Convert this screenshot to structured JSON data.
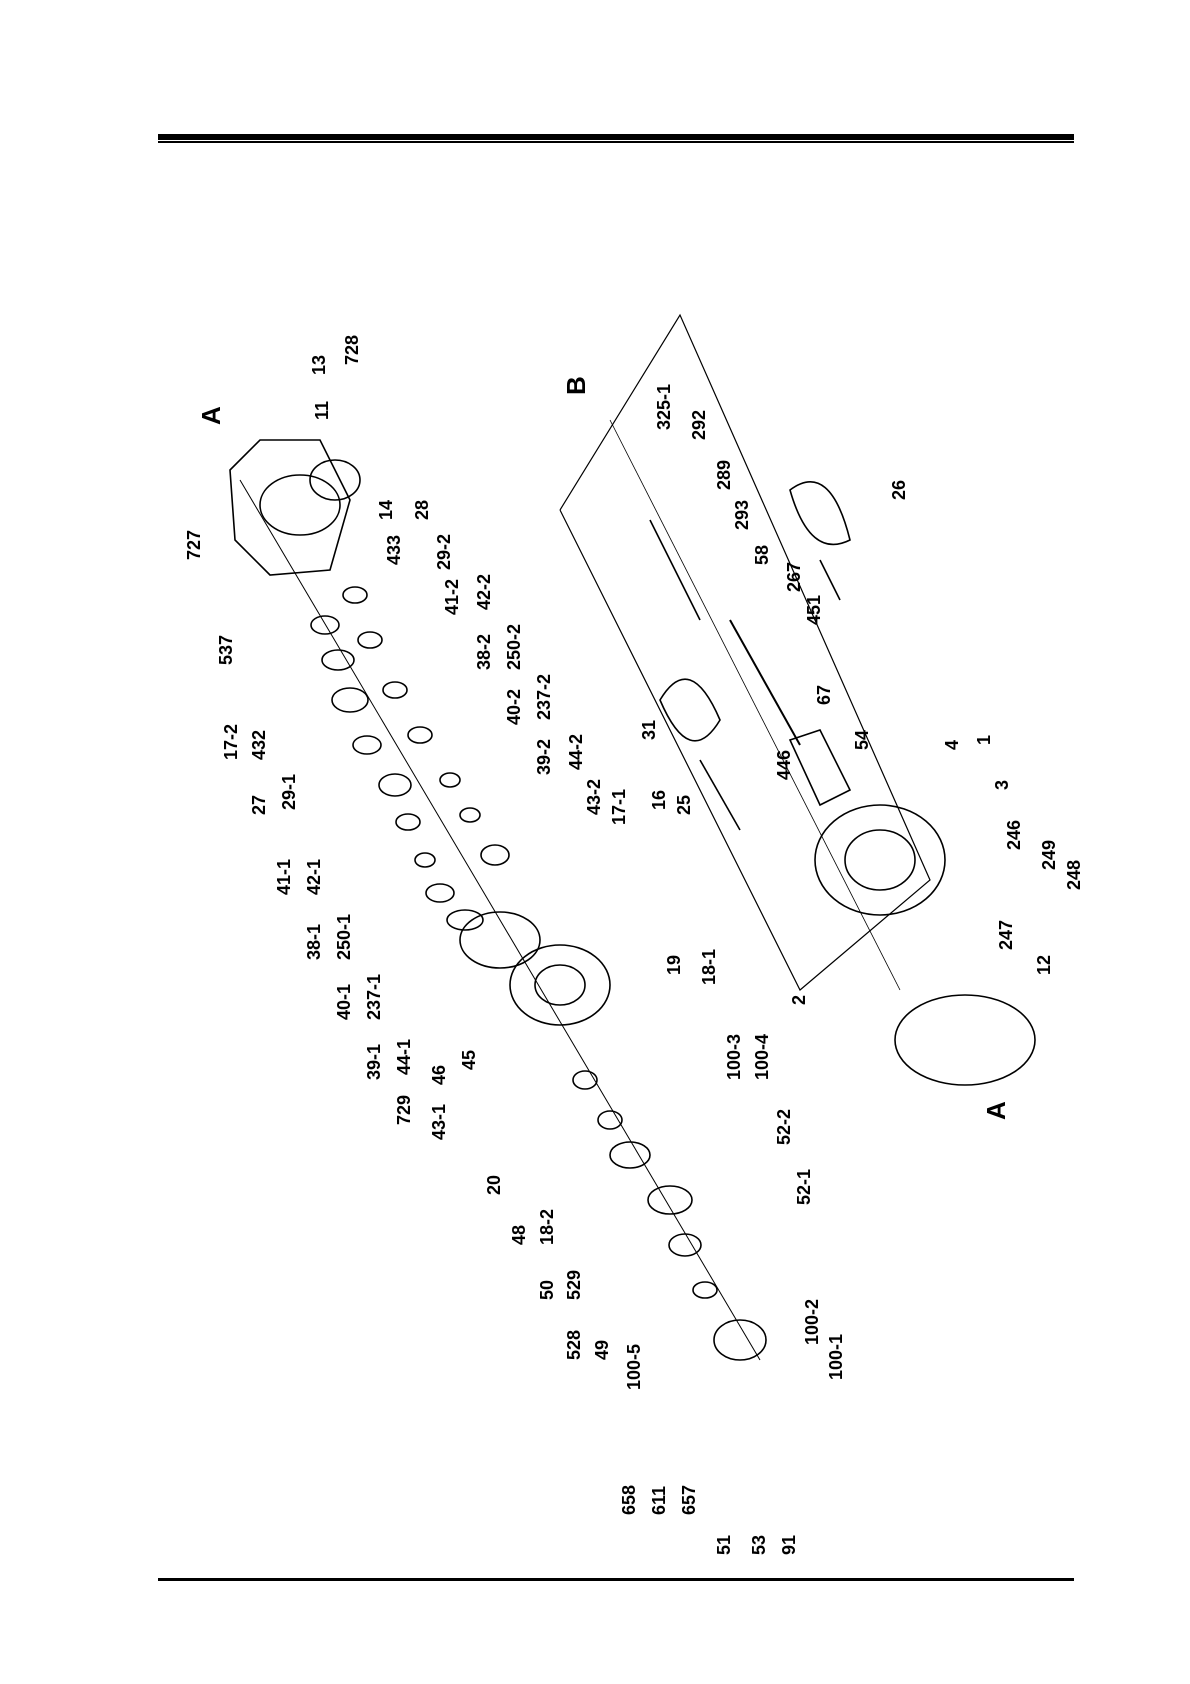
{
  "header": {
    "rule": "top-double-rule"
  },
  "footer": {
    "rule": "bottom-rule"
  },
  "diagram": {
    "type": "exploded-parts-view",
    "section_markers": {
      "a_top": "A",
      "a_bottom": "A",
      "b": "B"
    },
    "labels": [
      "727",
      "13",
      "728",
      "11",
      "537",
      "17-2",
      "432",
      "27",
      "29-1",
      "14",
      "433",
      "28",
      "29-2",
      "41-1",
      "42-1",
      "38-1",
      "250-1",
      "40-1",
      "237-1",
      "39-1",
      "44-1",
      "729",
      "43-1",
      "46",
      "45",
      "41-2",
      "42-2",
      "38-2",
      "250-2",
      "40-2",
      "237-2",
      "39-2",
      "44-2",
      "43-2",
      "17-1",
      "16",
      "19",
      "18-1",
      "20",
      "48",
      "18-2",
      "50",
      "529",
      "528",
      "49",
      "100-3",
      "100-4",
      "100-5",
      "52-2",
      "52-1",
      "658",
      "611",
      "657",
      "51",
      "53",
      "91",
      "100-2",
      "100-1",
      "325-1",
      "292",
      "289",
      "293",
      "58",
      "267",
      "451",
      "26",
      "31",
      "25",
      "446",
      "67",
      "54",
      "4",
      "1",
      "3",
      "246",
      "249",
      "248",
      "247",
      "2",
      "12"
    ]
  }
}
